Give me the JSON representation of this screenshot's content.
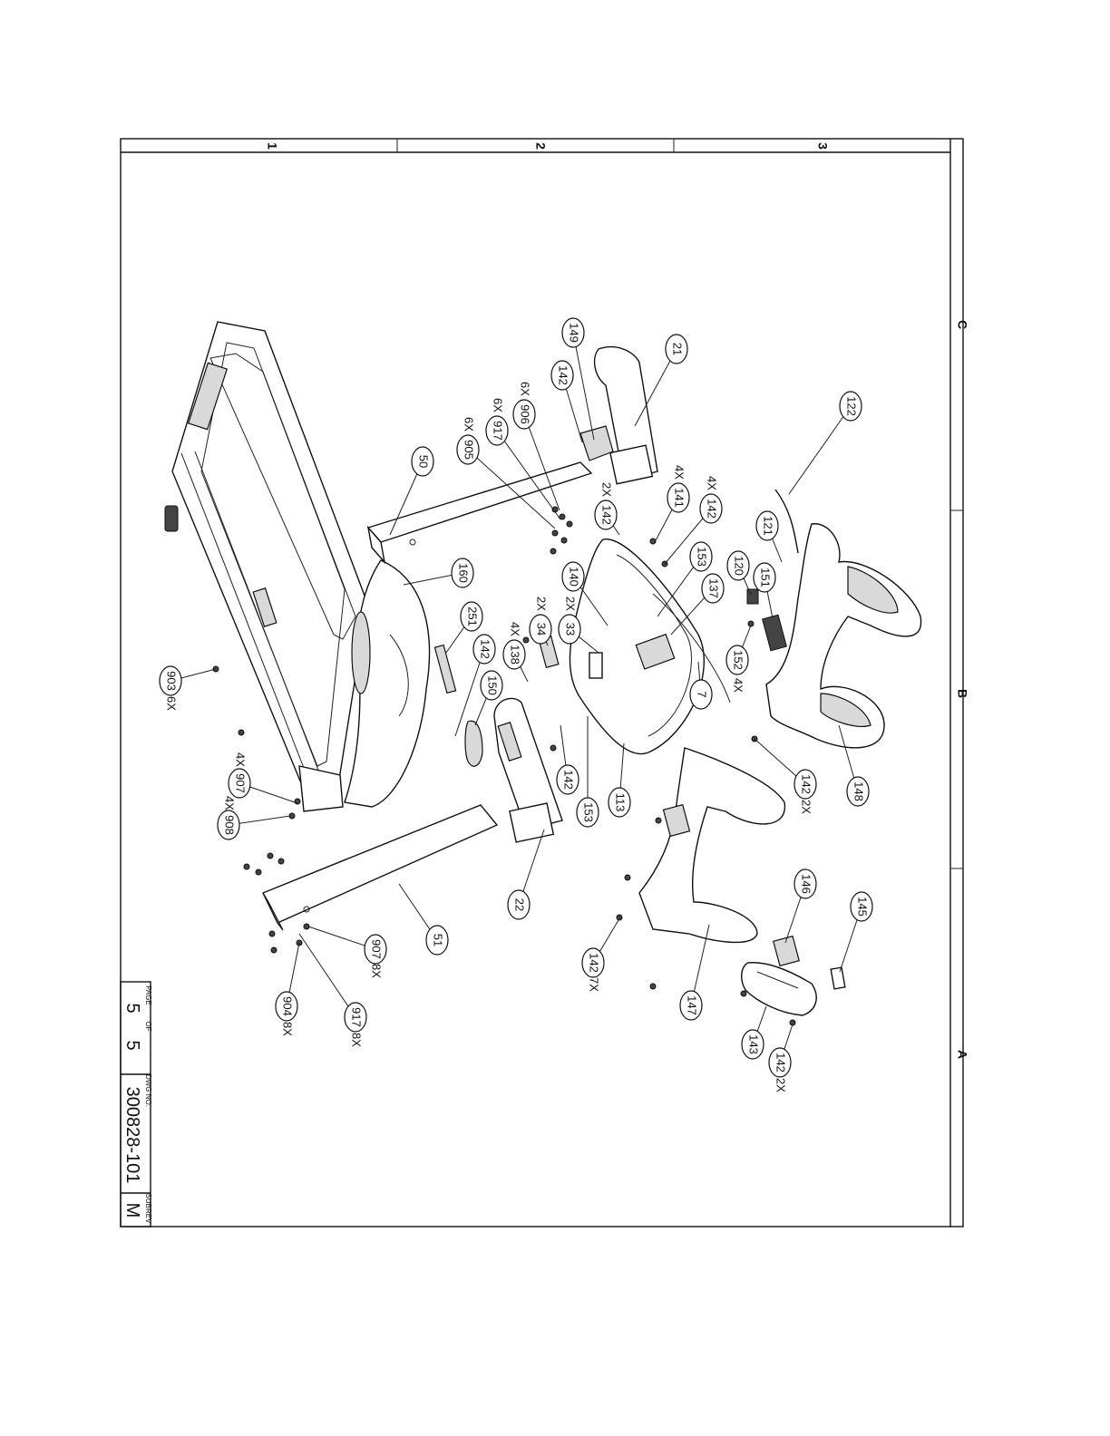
{
  "zones_top": [
    "1",
    "2",
    "3"
  ],
  "zones_side": [
    "C",
    "B",
    "A"
  ],
  "title_block": {
    "page_label": "PAGE",
    "page": "5",
    "of_label": "OF",
    "of": "5",
    "dwg_label": "DWG NO.",
    "dwg_no": "300828-101",
    "rev_label": "SUBREV",
    "rev": "M"
  },
  "callouts": [
    {
      "id": "c149",
      "label": "149",
      "qty": ""
    },
    {
      "id": "c21",
      "label": "21",
      "qty": ""
    },
    {
      "id": "c142a",
      "label": "142",
      "qty": ""
    },
    {
      "id": "c906",
      "label": "906",
      "qty": "6X"
    },
    {
      "id": "c917a",
      "label": "917",
      "qty": "6X"
    },
    {
      "id": "c905",
      "label": "905",
      "qty": "6X"
    },
    {
      "id": "c50",
      "label": "50",
      "qty": ""
    },
    {
      "id": "c122",
      "label": "122",
      "qty": ""
    },
    {
      "id": "c141",
      "label": "141",
      "qty": "4X"
    },
    {
      "id": "c142b",
      "label": "142",
      "qty": "4X"
    },
    {
      "id": "c142c",
      "label": "142",
      "qty": "2X"
    },
    {
      "id": "c121",
      "label": "121",
      "qty": ""
    },
    {
      "id": "c153a",
      "label": "153",
      "qty": ""
    },
    {
      "id": "c160",
      "label": "160",
      "qty": ""
    },
    {
      "id": "c140",
      "label": "140",
      "qty": ""
    },
    {
      "id": "c137",
      "label": "137",
      "qty": ""
    },
    {
      "id": "c120",
      "label": "120",
      "qty": ""
    },
    {
      "id": "c151",
      "label": "151",
      "qty": ""
    },
    {
      "id": "c251",
      "label": "251",
      "qty": ""
    },
    {
      "id": "c34",
      "label": "34",
      "qty": "2X"
    },
    {
      "id": "c33",
      "label": "33",
      "qty": "2X"
    },
    {
      "id": "c138",
      "label": "138",
      "qty": "4X"
    },
    {
      "id": "c152",
      "label": "152",
      "qty": "4X"
    },
    {
      "id": "c142d",
      "label": "142",
      "qty": ""
    },
    {
      "id": "c150",
      "label": "150",
      "qty": ""
    },
    {
      "id": "c903",
      "label": "903",
      "qty": "6X"
    },
    {
      "id": "c7",
      "label": "7",
      "qty": ""
    },
    {
      "id": "c142e",
      "label": "142",
      "qty": ""
    },
    {
      "id": "c142f",
      "label": "142",
      "qty": "2X"
    },
    {
      "id": "c148",
      "label": "148",
      "qty": ""
    },
    {
      "id": "c907a",
      "label": "907",
      "qty": "4X"
    },
    {
      "id": "c113",
      "label": "113",
      "qty": ""
    },
    {
      "id": "c153b",
      "label": "153",
      "qty": ""
    },
    {
      "id": "c908",
      "label": "908",
      "qty": "4X"
    },
    {
      "id": "c22",
      "label": "22",
      "qty": ""
    },
    {
      "id": "c146",
      "label": "146",
      "qty": ""
    },
    {
      "id": "c145",
      "label": "145",
      "qty": ""
    },
    {
      "id": "c51",
      "label": "51",
      "qty": ""
    },
    {
      "id": "c907b",
      "label": "907",
      "qty": "8X"
    },
    {
      "id": "c142g",
      "label": "142",
      "qty": "7X"
    },
    {
      "id": "c904",
      "label": "904",
      "qty": "8X"
    },
    {
      "id": "c917b",
      "label": "917",
      "qty": "8X"
    },
    {
      "id": "c147",
      "label": "147",
      "qty": ""
    },
    {
      "id": "c143",
      "label": "143",
      "qty": ""
    },
    {
      "id": "c142h",
      "label": "142",
      "qty": "2X"
    }
  ]
}
